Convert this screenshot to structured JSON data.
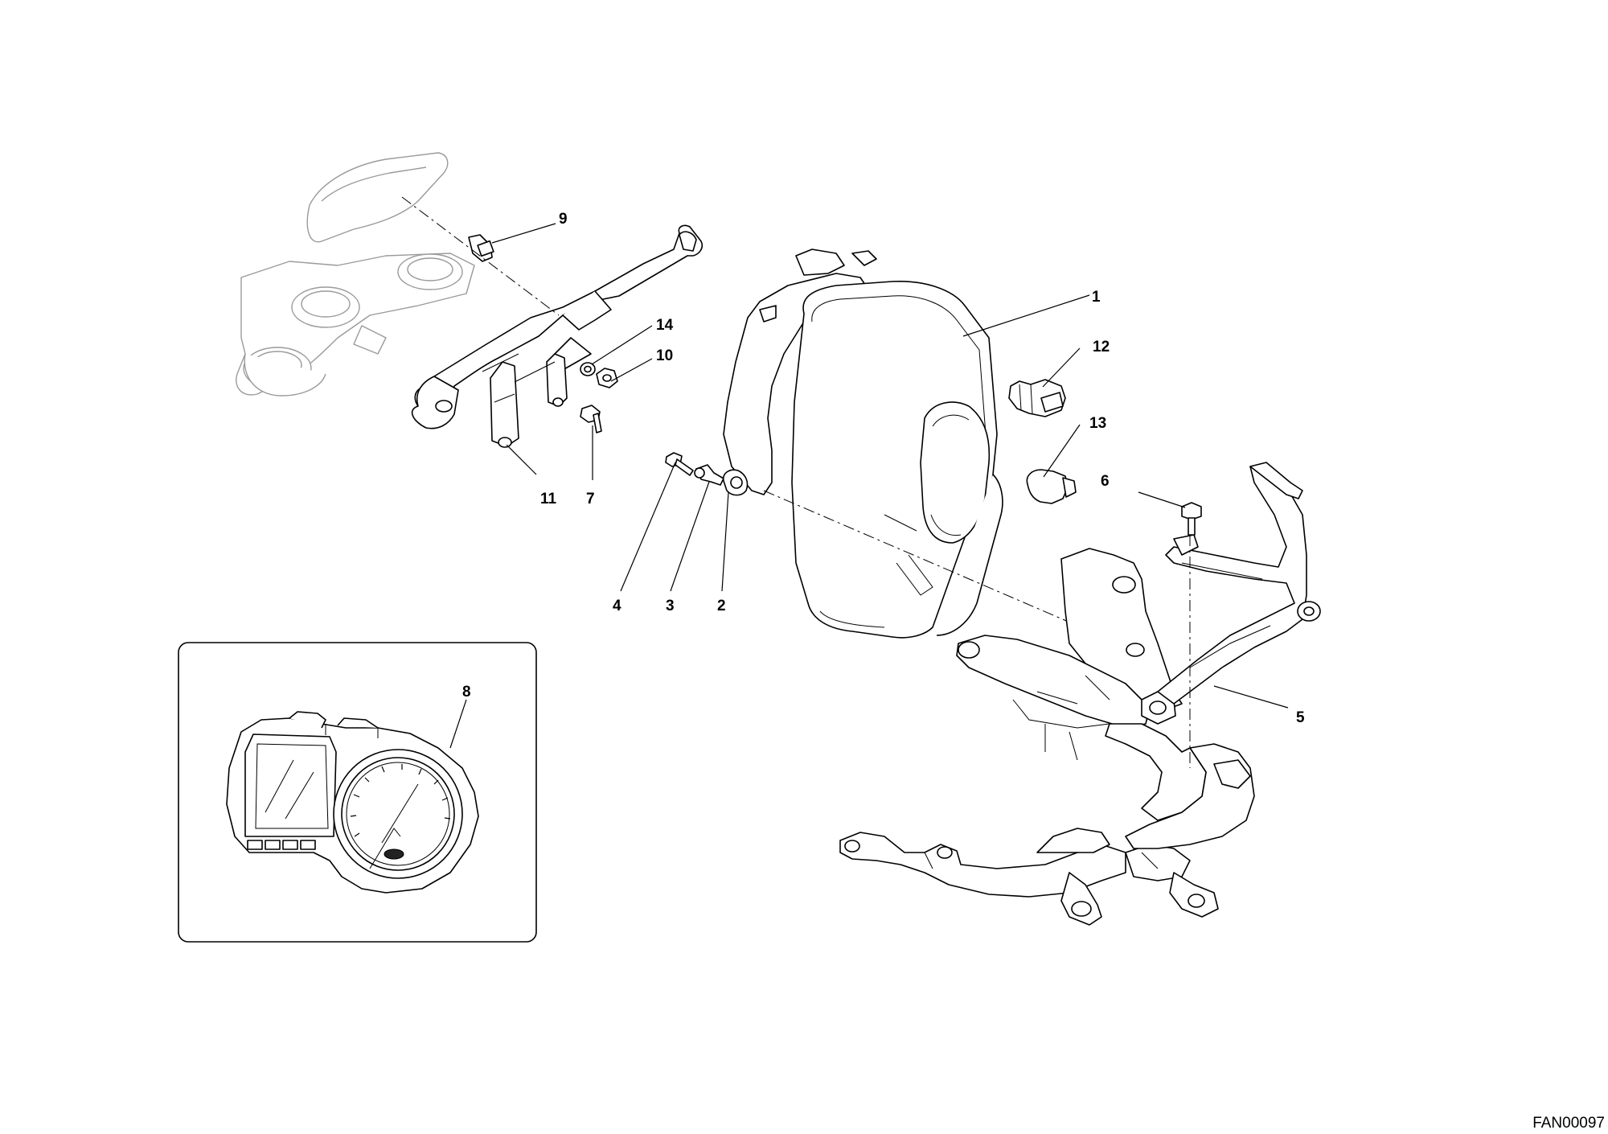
{
  "diagram": {
    "figure_code": "FAN00097",
    "callouts": {
      "c1": "1",
      "c2": "2",
      "c3": "3",
      "c4": "4",
      "c5": "5",
      "c6": "6",
      "c7": "7",
      "c8": "8",
      "c9": "9",
      "c10": "10",
      "c11": "11",
      "c12": "12",
      "c13": "13",
      "c14": "14"
    }
  }
}
